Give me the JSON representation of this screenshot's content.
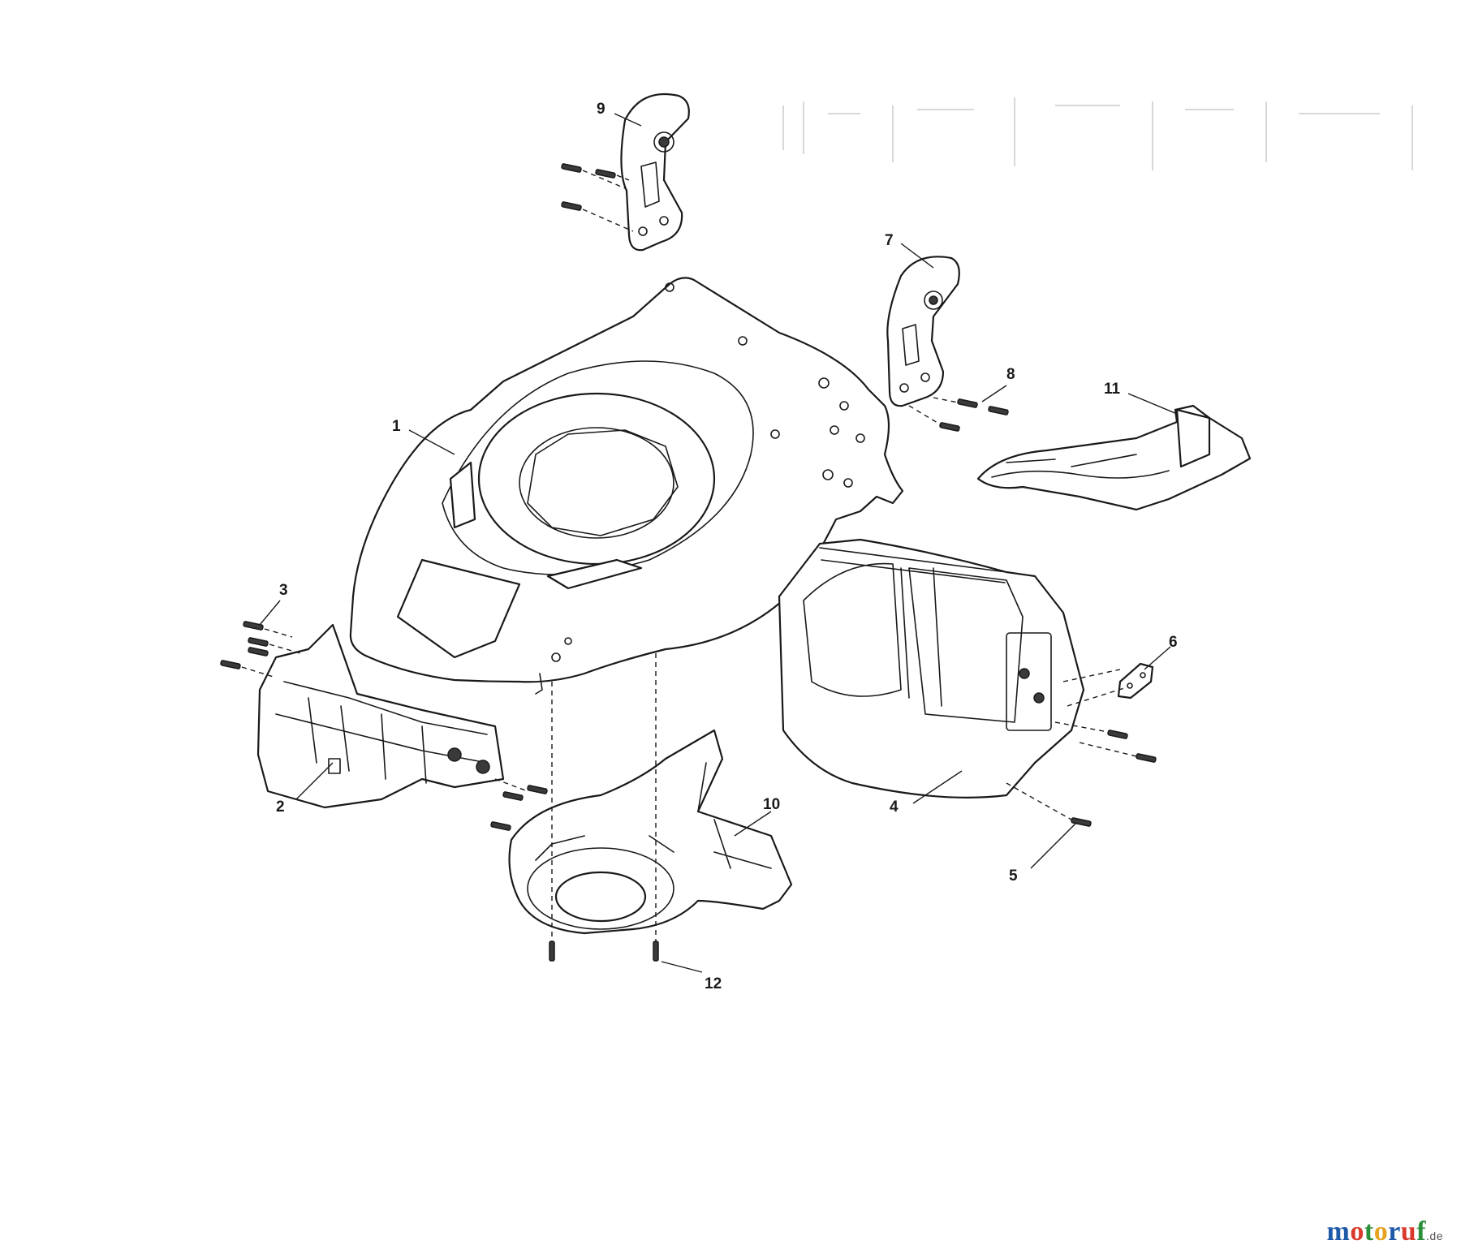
{
  "callouts": {
    "c1": "1",
    "c2": "2",
    "c3": "3",
    "c4": "4",
    "c5": "5",
    "c6": "6",
    "c7": "7",
    "c8": "8",
    "c9": "9",
    "c10": "10",
    "c11": "11",
    "c12": "12"
  },
  "parts": {
    "p1": "mower deck",
    "p2": "front bumper",
    "p3": "screws (front bumper)",
    "p4": "rear flap",
    "p5": "screw (rear flap)",
    "p6": "bracket plate",
    "p7": "right handle bracket",
    "p8": "screws (right handle bracket)",
    "p9": "left handle bracket",
    "p10": "blade baffle / discharge chute",
    "p11": "rear guard",
    "p12": "screws (baffle)"
  },
  "watermark": {
    "brand": "motoruf",
    "tld": ".de"
  }
}
